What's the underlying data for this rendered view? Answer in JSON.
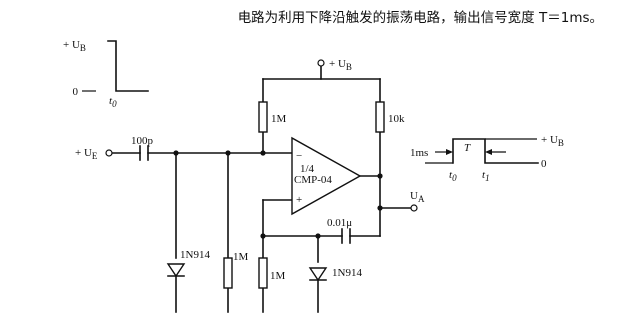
{
  "caption": "电路为利用下降沿触发的振荡电路，输出信号宽度 T＝1ms。",
  "input_pulse": {
    "ub_label": "+ U",
    "ub_sub": "B",
    "zero_label": "0",
    "t0_label": "t",
    "t0_sub": "0"
  },
  "circuit": {
    "input_label": "+ U",
    "input_sub": "E",
    "supply_label": "+ U",
    "supply_sub": "B",
    "c_in": "100p",
    "r_bias": "1M",
    "r_pullup": "10k",
    "r_shunt": "1M",
    "r_ref": "1M",
    "c_fb": "0.01μ",
    "d1": "1N914",
    "d2": "1N914",
    "ic_line1": "1/4",
    "ic_line2": "CMP-04",
    "minus_sign": "−",
    "plus_sign": "+",
    "out_label": "U",
    "out_sub": "A"
  },
  "output_pulse": {
    "width_label": "T",
    "duration_label": "1ms",
    "ub_label": "+ U",
    "ub_sub": "B",
    "zero_label": "0",
    "t0_label": "t",
    "t0_sub": "0",
    "t1_label": "t",
    "t1_sub": "1"
  }
}
